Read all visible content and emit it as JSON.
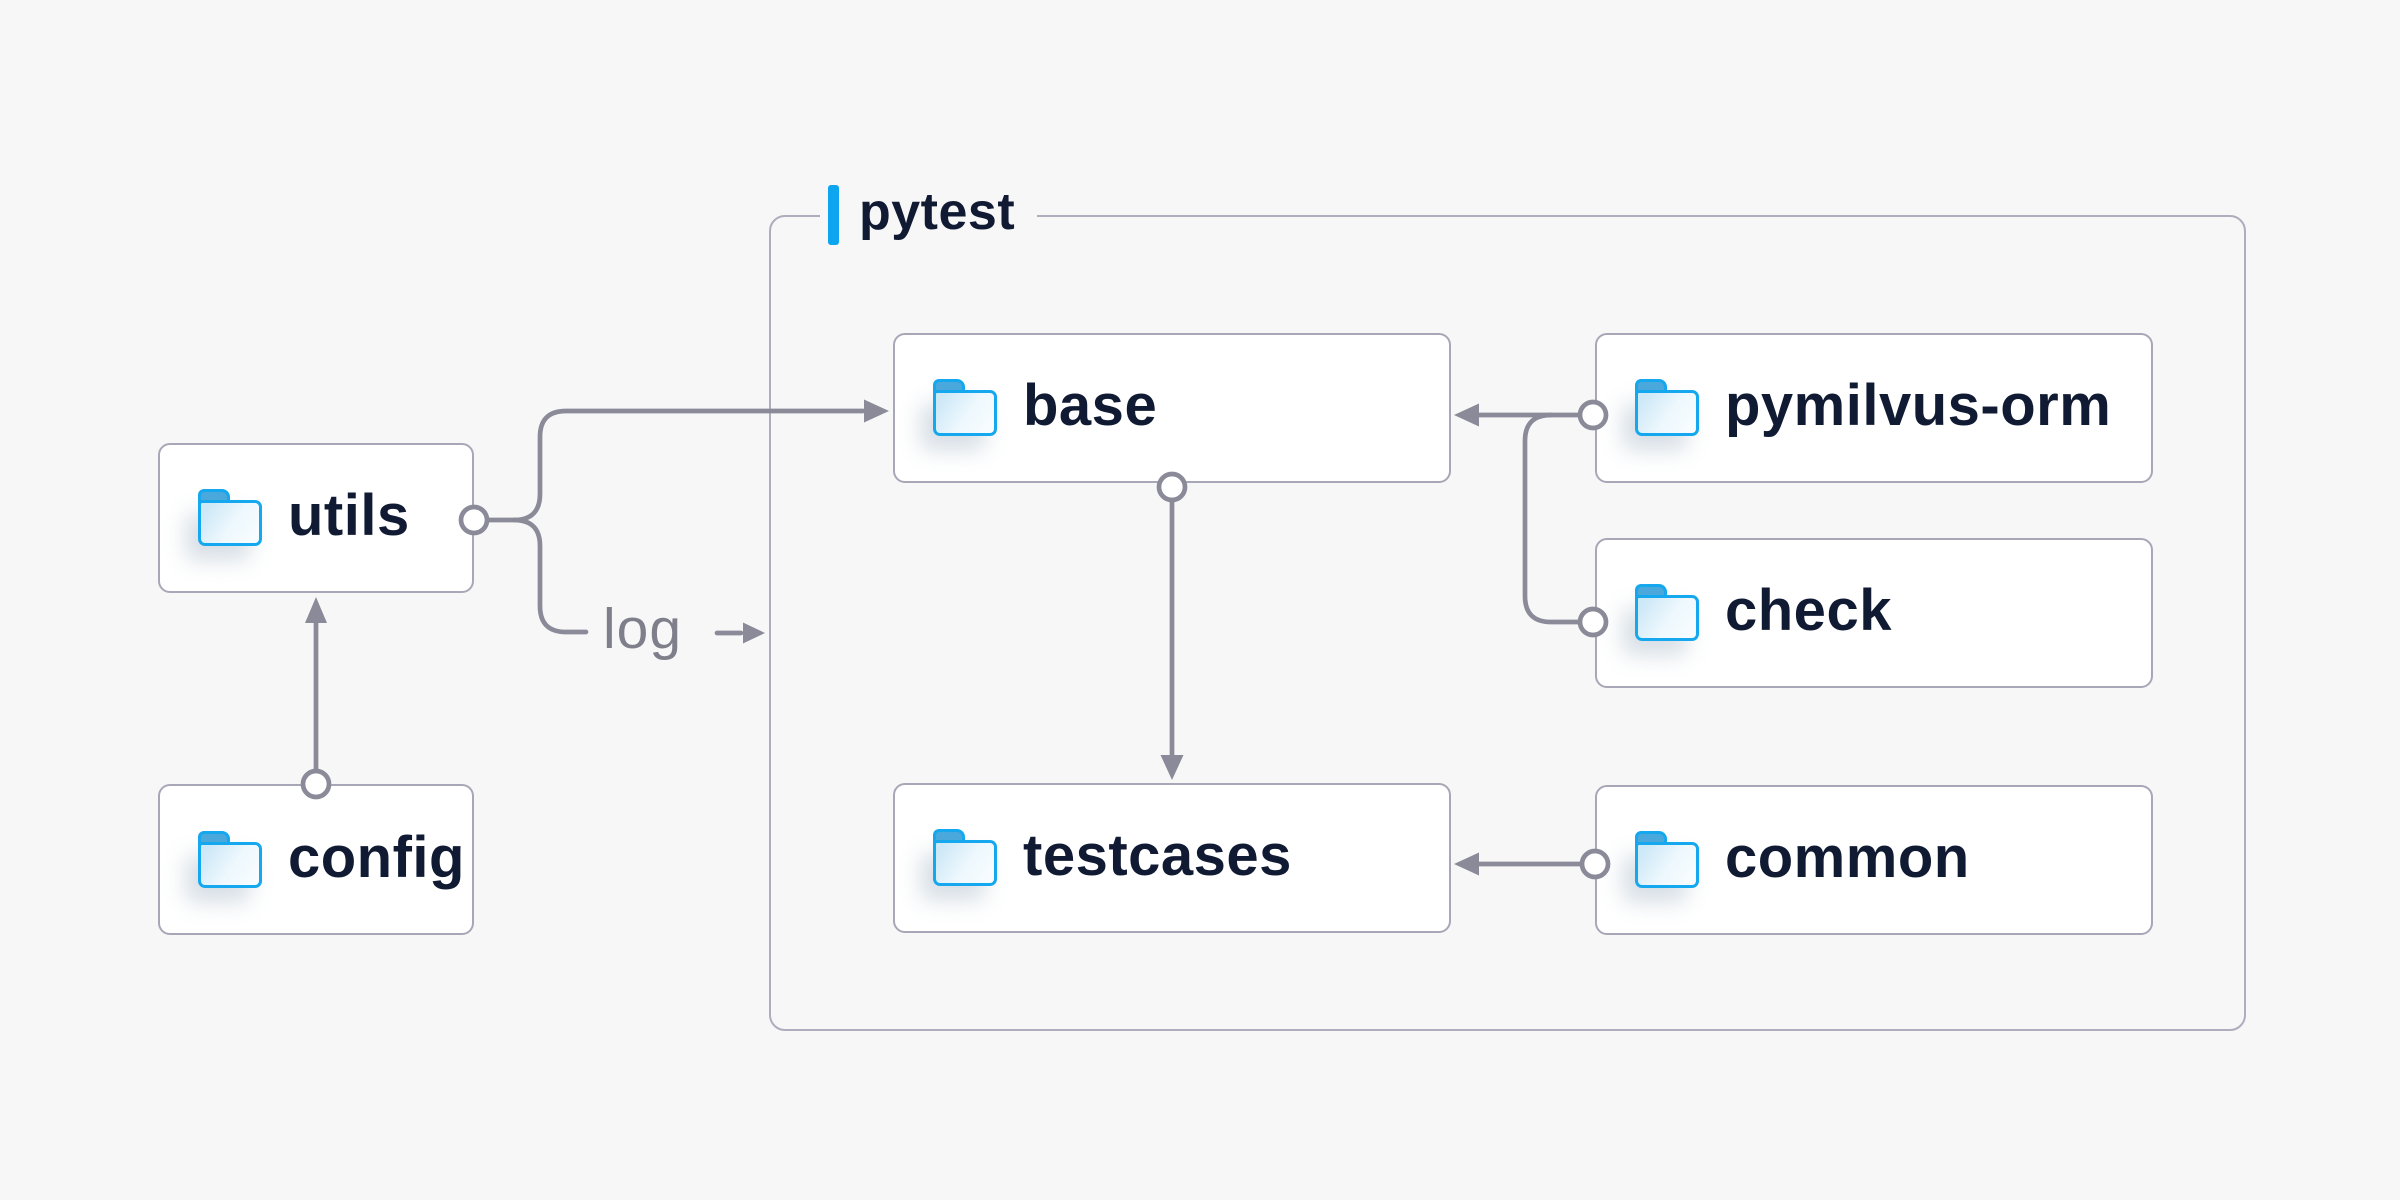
{
  "colors": {
    "background": "#f7f7f8",
    "node_fill": "#ffffff",
    "node_border": "#a7a7b7",
    "container_border": "#adadbd",
    "connector": "#8a8a98",
    "label_text": "#101b33",
    "muted_label": "#7f7f8c",
    "accent_blue": "#0ea5f0",
    "folder_blue": "#16a8ee",
    "folder_tab": "#4aa9dd"
  },
  "diagram": {
    "group": {
      "label": "pytest"
    },
    "nodes": {
      "utils": {
        "label": "utils"
      },
      "config": {
        "label": "config"
      },
      "base": {
        "label": "base"
      },
      "testcases": {
        "label": "testcases"
      },
      "pymilvus_orm": {
        "label": "pymilvus-orm"
      },
      "check": {
        "label": "check"
      },
      "common": {
        "label": "common"
      }
    },
    "edges": {
      "log_label": "log"
    }
  }
}
